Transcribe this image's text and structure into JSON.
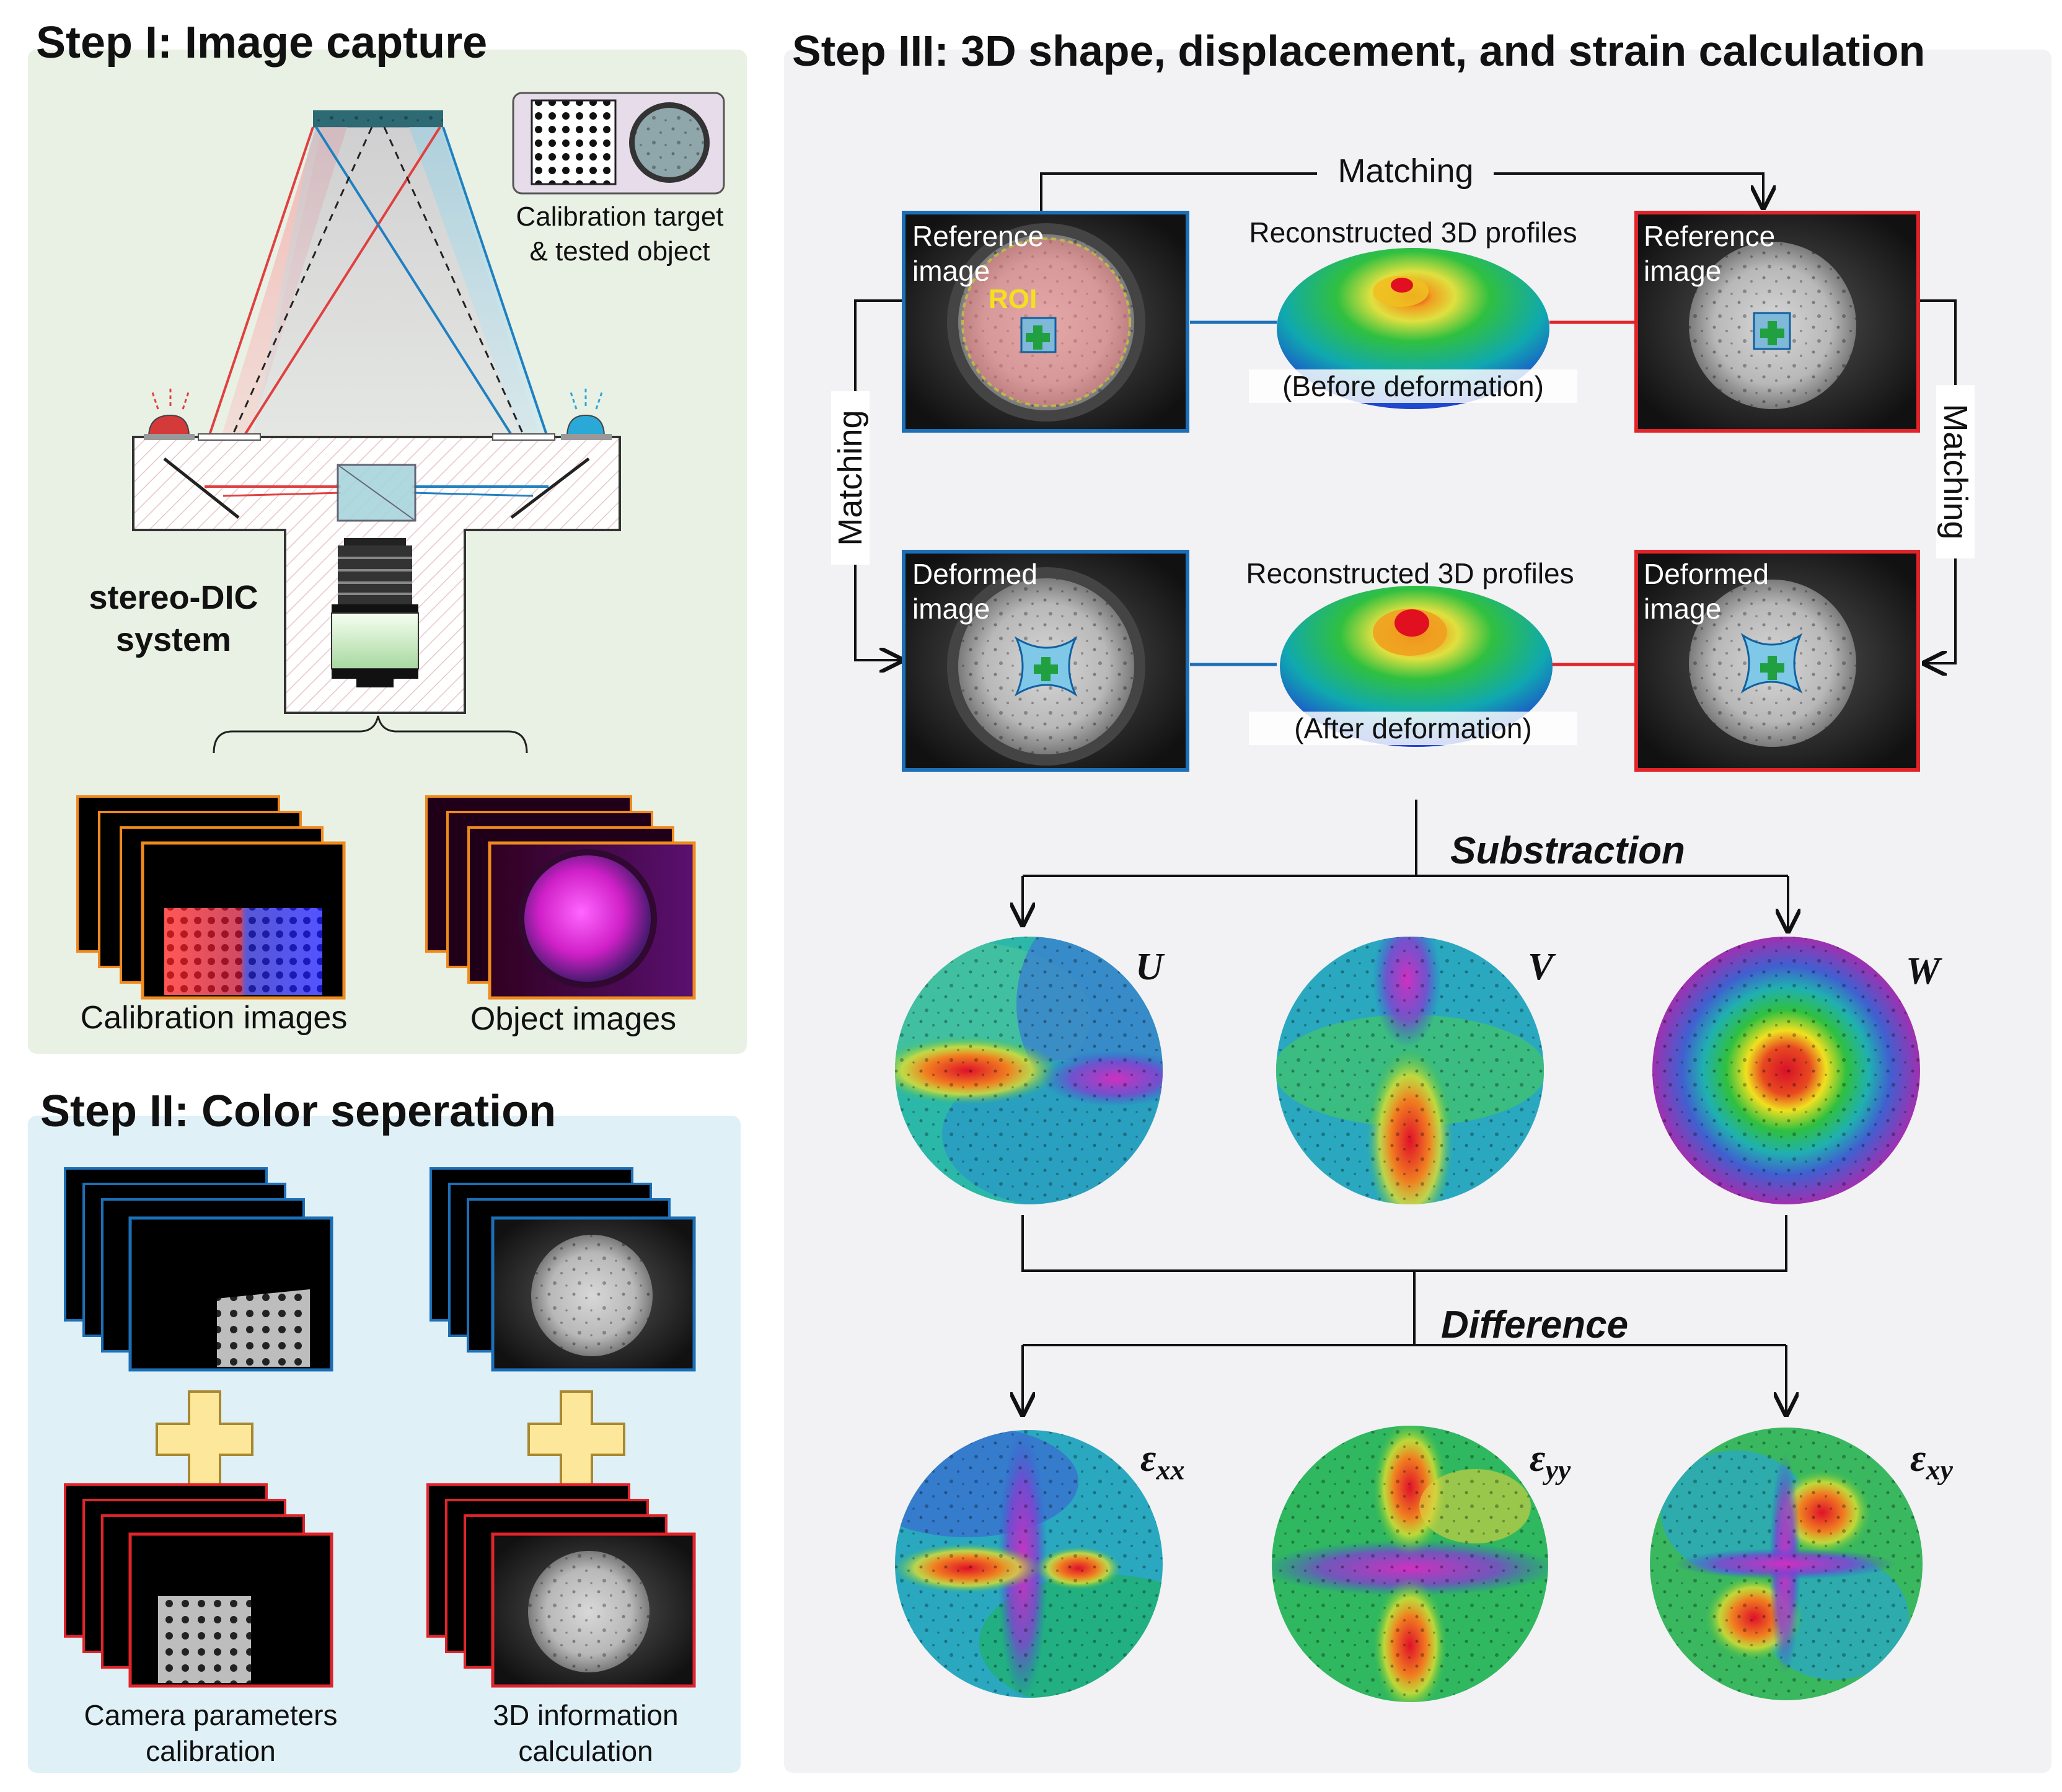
{
  "step1": {
    "title": "Step I: Image capture",
    "calib_target_label": "Calibration target\n& tested object",
    "system_label": "stereo-DIC\nsystem",
    "calibration_images_label": "Calibration images",
    "object_images_label": "Object images"
  },
  "step2": {
    "title": "Step II: Color seperation",
    "camera_label": "Camera parameters\ncalibration",
    "info_label": "3D information\ncalculation"
  },
  "step3": {
    "title": "Step III: 3D shape, displacement, and strain calculation",
    "matching_top": "Matching",
    "matching_left": "Matching",
    "matching_right": "Matching",
    "ref_image_left": "Reference\nimage",
    "ref_image_right": "Reference\nimage",
    "def_image_left": "Deformed\nimage",
    "def_image_right": "Deformed\nimage",
    "roi": "ROI",
    "recon_top": "Reconstructed 3D profiles",
    "recon_bottom": "Reconstructed 3D profiles",
    "before": "(Before deformation)",
    "after": "(After deformation)",
    "subtraction": "Substraction",
    "difference": "Difference",
    "u": "U",
    "v": "V",
    "w": "W",
    "exx_sym": "ε",
    "exx_sub": "xx",
    "eyy_sym": "ε",
    "eyy_sub": "yy",
    "exy_sym": "ε",
    "exy_sub": "xy"
  },
  "colors": {
    "step1_bg": "#e9f1e4",
    "step2_bg": "#dff0f7",
    "step3_bg": "#f2f2f4",
    "blue_frame": "#1c6fb6",
    "red_frame": "#e0242a",
    "orange_frame": "#f08a1c"
  }
}
